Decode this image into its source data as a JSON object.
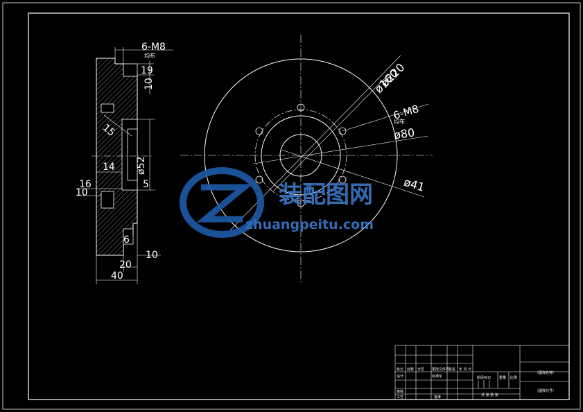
{
  "colors": {
    "background": "#000000",
    "line": "#ffffff",
    "watermark": "#1e5aa8",
    "watermark_text": "#3a78c8"
  },
  "section_view": {
    "holes_label": "6-M8",
    "holes_note": "均布",
    "dim_19": "19",
    "dim_10": "10",
    "dim_15": "15",
    "dim_52": "ø52",
    "dim_14": "14",
    "dim_5": "5",
    "dim_16": "16",
    "dim_10b": "10",
    "dim_6": "6",
    "dim_20": "20",
    "dim_10c": "10",
    "dim_40": "40"
  },
  "front_view": {
    "dia_220": "ø220",
    "dia_160": "ø160",
    "holes_label": "6-M8",
    "holes_note": "均布",
    "dia_80": "ø80",
    "dia_41": "ø41"
  },
  "watermark": {
    "text_cn": "装配图网",
    "text_url": "zhuangpeitu.com"
  },
  "title_block": {
    "row_headers": [
      "标记",
      "处数",
      "分区",
      "更改文件号",
      "签名",
      "年 月 日"
    ],
    "designer": "设计",
    "standardize": "标准化",
    "checker": "审核",
    "craft": "工艺",
    "approve": "批准",
    "stage_mark": "阶段标记",
    "weight": "重量",
    "scale": "比例",
    "sheets": "共 张  第 张",
    "drawing_name": "（图样名称）",
    "drawing_code": "（图样代号）"
  }
}
